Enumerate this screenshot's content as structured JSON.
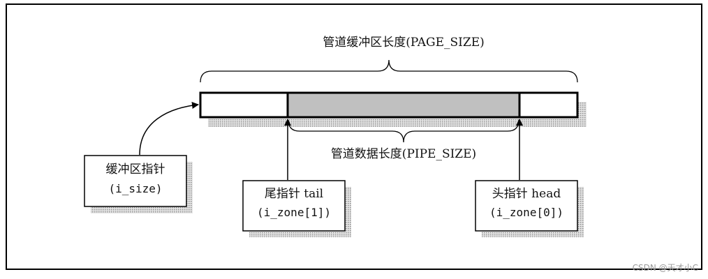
{
  "diagram": {
    "buffer_label": "管道缓冲区长度(PAGE_SIZE)",
    "data_label": "管道数据长度(PIPE_SIZE)",
    "buffer_pointer": {
      "title": "缓冲区指针",
      "sub": "(i_size)"
    },
    "tail_pointer": {
      "title": "尾指针 tail",
      "sub": "(i_zone[1])"
    },
    "head_pointer": {
      "title": "头指针 head",
      "sub": "(i_zone[0])"
    }
  },
  "watermark": "CSDN @天才小C",
  "colors": {
    "data_region": "#c0c0c0",
    "shadow": "#bdbdbd",
    "stroke": "#000000"
  }
}
